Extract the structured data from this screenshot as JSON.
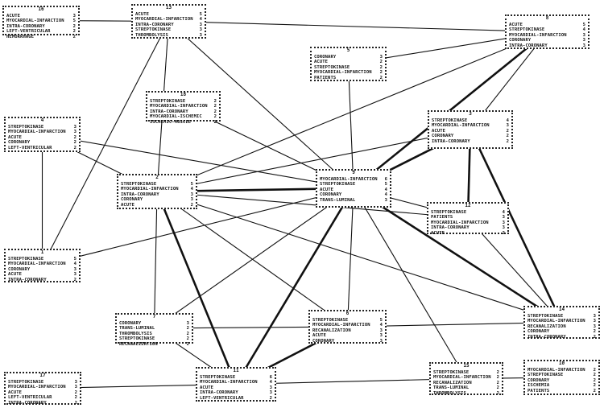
{
  "nodes": [
    {
      "id": "16",
      "terms": [
        [
          "ACUTE",
          "3"
        ],
        [
          "MYOCARDIAL-INFARCTION",
          "5"
        ],
        [
          "INTRA-CORONARY",
          "2"
        ],
        [
          "LEFT-VENTRICULAR",
          "2"
        ],
        [
          "HEMORRHAGE",
          "2"
        ]
      ]
    },
    {
      "id": "13",
      "terms": [
        [
          "ACUTE",
          "5"
        ],
        [
          "MYOCARDIAL-INFARCTION",
          "4"
        ],
        [
          "INTRA-CORONARY",
          "3"
        ],
        [
          "STREPTOKINASE",
          "3"
        ],
        [
          "THROMBOLYSIS",
          "3"
        ]
      ]
    },
    {
      "id": "8",
      "terms": [
        [
          "ACUTE",
          "5"
        ],
        [
          "STREPTOKINASE",
          "4"
        ],
        [
          "MYOCARDIAL-INFARCTION",
          "3"
        ],
        [
          "CORONARY",
          "3"
        ],
        [
          "INTRA-CORONARY",
          "3"
        ]
      ]
    },
    {
      "id": "5",
      "terms": [
        [
          "CORONARY",
          "3"
        ],
        [
          "ACUTE",
          "2"
        ],
        [
          "STREPTOKINASE",
          "2"
        ],
        [
          "MYOCARDIAL-INFARCTION",
          "2"
        ],
        [
          "PATIENTS",
          "2"
        ]
      ]
    },
    {
      "id": "18",
      "terms": [
        [
          "STREPTOKINASE",
          "2"
        ],
        [
          "MYOCARDIAL-INFARCTION",
          "2"
        ],
        [
          "INTRA-CORONARY",
          "2"
        ],
        [
          "MYOCARDIAL-ISCHEMIC",
          "2"
        ],
        [
          "ISCHEMIC-MUSCLE",
          "2"
        ]
      ]
    },
    {
      "id": "4",
      "terms": [
        [
          "STREPTOKINASE",
          "3"
        ],
        [
          "MYOCARDIAL-INFARCTION",
          "3"
        ],
        [
          "ACUTE",
          "2"
        ],
        [
          "CORONARY",
          "2"
        ],
        [
          "LEFT-VENTRICULAR",
          "2"
        ]
      ]
    },
    {
      "id": "2",
      "terms": [
        [
          "STREPTOKINASE",
          "5"
        ],
        [
          "MYOCARDIAL-INFARCTION",
          "4"
        ],
        [
          "INTRA-CORONARY",
          "3"
        ],
        [
          "CORONARY",
          "3"
        ],
        [
          "ACUTE",
          "2"
        ]
      ]
    },
    {
      "id": "1",
      "terms": [
        [
          "STREPTOKINASE",
          "5"
        ],
        [
          "MYOCARDIAL-INFARCTION",
          "4"
        ],
        [
          "CORONARY",
          "3"
        ],
        [
          "ACUTE",
          "3"
        ],
        [
          "INTRA-CORONARY",
          "2"
        ]
      ]
    },
    {
      "id": "9",
      "terms": [
        [
          "MYOCARDIAL-INFARCTION",
          "6"
        ],
        [
          "STREPTOKINASE",
          "5"
        ],
        [
          "ACUTE",
          "4"
        ],
        [
          "CORONARY",
          "4"
        ],
        [
          "TRANS-LUMINAL",
          "3"
        ]
      ]
    },
    {
      "id": "12",
      "terms": [
        [
          "STREPTOKINASE",
          "4"
        ],
        [
          "PATIENTS",
          "3"
        ],
        [
          "MYOCARDIAL-INFARCTION",
          "3"
        ],
        [
          "INTRA-CORONARY",
          "3"
        ],
        [
          "ACUTE",
          "2"
        ]
      ]
    },
    {
      "id": "3",
      "terms": [
        [
          "STREPTOKINASE",
          "4"
        ],
        [
          "MYOCARDIAL-INFARCTION",
          "3"
        ],
        [
          "ACUTE",
          "2"
        ],
        [
          "CORONARY",
          "2"
        ],
        [
          "INTRA-CORONARY",
          "2"
        ]
      ]
    },
    {
      "id": "7",
      "terms": [
        [
          "CORONARY",
          "3"
        ],
        [
          "TRANS-LUMINAL",
          "2"
        ],
        [
          "THROMBOLYSIS",
          "2"
        ],
        [
          "STREPTOKINASE",
          "2"
        ],
        [
          "RECANALIZATION",
          "2"
        ]
      ]
    },
    {
      "id": "6",
      "terms": [
        [
          "STREPTOKINASE",
          "5"
        ],
        [
          "MYOCARDIAL-INFARCTION",
          "4"
        ],
        [
          "RECANALIZATION",
          "3"
        ],
        [
          "ACUTE",
          "3"
        ],
        [
          "CORONARY",
          "3"
        ]
      ]
    },
    {
      "id": "14",
      "terms": [
        [
          "STREPTOKINASE",
          "3"
        ],
        [
          "MYOCARDIAL-INFARCTION",
          "3"
        ],
        [
          "RECANALIZATION",
          "3"
        ],
        [
          "CORONARY",
          "2"
        ],
        [
          "INTRA-CORONARY",
          "2"
        ]
      ]
    },
    {
      "id": "11",
      "terms": [
        [
          "STREPTOKINASE",
          "6"
        ],
        [
          "MYOCARDIAL-INFARCTION",
          "4"
        ],
        [
          "ACUTE",
          "3"
        ],
        [
          "INTRA-CORONARY",
          "3"
        ],
        [
          "LEFT-VENTRICULAR",
          "2"
        ]
      ]
    },
    {
      "id": "15",
      "terms": [
        [
          "STREPTOKINASE",
          "2"
        ],
        [
          "MYOCARDIAL-INFARCTION",
          "2"
        ],
        [
          "RECANALIZATION",
          "2"
        ],
        [
          "TRANS-LUMINAL",
          "2"
        ],
        [
          "THROMBOLYSIS",
          "2"
        ]
      ]
    },
    {
      "id": "10",
      "terms": [
        [
          "MYOCARDIAL-INFARCTION",
          "2"
        ],
        [
          "STREPTOKINASE",
          "2"
        ],
        [
          "CORONARY",
          "2"
        ],
        [
          "ISCHEMIA",
          "2"
        ],
        [
          "PATIENTS",
          "2"
        ]
      ]
    },
    {
      "id": "17",
      "terms": [
        [
          "STREPTOKINASE",
          "3"
        ],
        [
          "MYOCARDIAL-INFARCTION",
          "3"
        ],
        [
          "ACUTE",
          "2"
        ],
        [
          "LEFT-VENTRICULAR",
          "2"
        ],
        [
          "INTRA-CORONARY",
          "2"
        ]
      ]
    }
  ],
  "edges": [
    {
      "from": "16",
      "to": "13",
      "weight": 1
    },
    {
      "from": "13",
      "to": "8",
      "weight": 1
    },
    {
      "from": "13",
      "to": "9",
      "weight": 1
    },
    {
      "from": "13",
      "to": "2",
      "weight": 1
    },
    {
      "from": "13",
      "to": "1",
      "weight": 1
    },
    {
      "from": "8",
      "to": "5",
      "weight": 1
    },
    {
      "from": "8",
      "to": "9",
      "weight": 3
    },
    {
      "from": "8",
      "to": "3",
      "weight": 1
    },
    {
      "from": "8",
      "to": "2",
      "weight": 1
    },
    {
      "from": "5",
      "to": "9",
      "weight": 1
    },
    {
      "from": "18",
      "to": "9",
      "weight": 1
    },
    {
      "from": "4",
      "to": "9",
      "weight": 1
    },
    {
      "from": "4",
      "to": "2",
      "weight": 1
    },
    {
      "from": "4",
      "to": "1",
      "weight": 1
    },
    {
      "from": "2",
      "to": "9",
      "weight": 3
    },
    {
      "from": "2",
      "to": "3",
      "weight": 1
    },
    {
      "from": "2",
      "to": "11",
      "weight": 3
    },
    {
      "from": "2",
      "to": "6",
      "weight": 1
    },
    {
      "from": "2",
      "to": "7",
      "weight": 1
    },
    {
      "from": "2",
      "to": "14",
      "weight": 1
    },
    {
      "from": "2",
      "to": "12",
      "weight": 1
    },
    {
      "from": "1",
      "to": "9",
      "weight": 1
    },
    {
      "from": "9",
      "to": "3",
      "weight": 3
    },
    {
      "from": "9",
      "to": "12",
      "weight": 1
    },
    {
      "from": "9",
      "to": "14",
      "weight": 3
    },
    {
      "from": "9",
      "to": "11",
      "weight": 3
    },
    {
      "from": "9",
      "to": "6",
      "weight": 1
    },
    {
      "from": "9",
      "to": "7",
      "weight": 1
    },
    {
      "from": "9",
      "to": "15",
      "weight": 1
    },
    {
      "from": "3",
      "to": "12",
      "weight": 3
    },
    {
      "from": "3",
      "to": "14",
      "weight": 3
    },
    {
      "from": "12",
      "to": "14",
      "weight": 1
    },
    {
      "from": "7",
      "to": "6",
      "weight": 1
    },
    {
      "from": "7",
      "to": "11",
      "weight": 1
    },
    {
      "from": "6",
      "to": "11",
      "weight": 3
    },
    {
      "from": "6",
      "to": "14",
      "weight": 1
    },
    {
      "from": "11",
      "to": "17",
      "weight": 1
    },
    {
      "from": "11",
      "to": "15",
      "weight": 1
    },
    {
      "from": "15",
      "to": "10",
      "weight": 1
    }
  ]
}
